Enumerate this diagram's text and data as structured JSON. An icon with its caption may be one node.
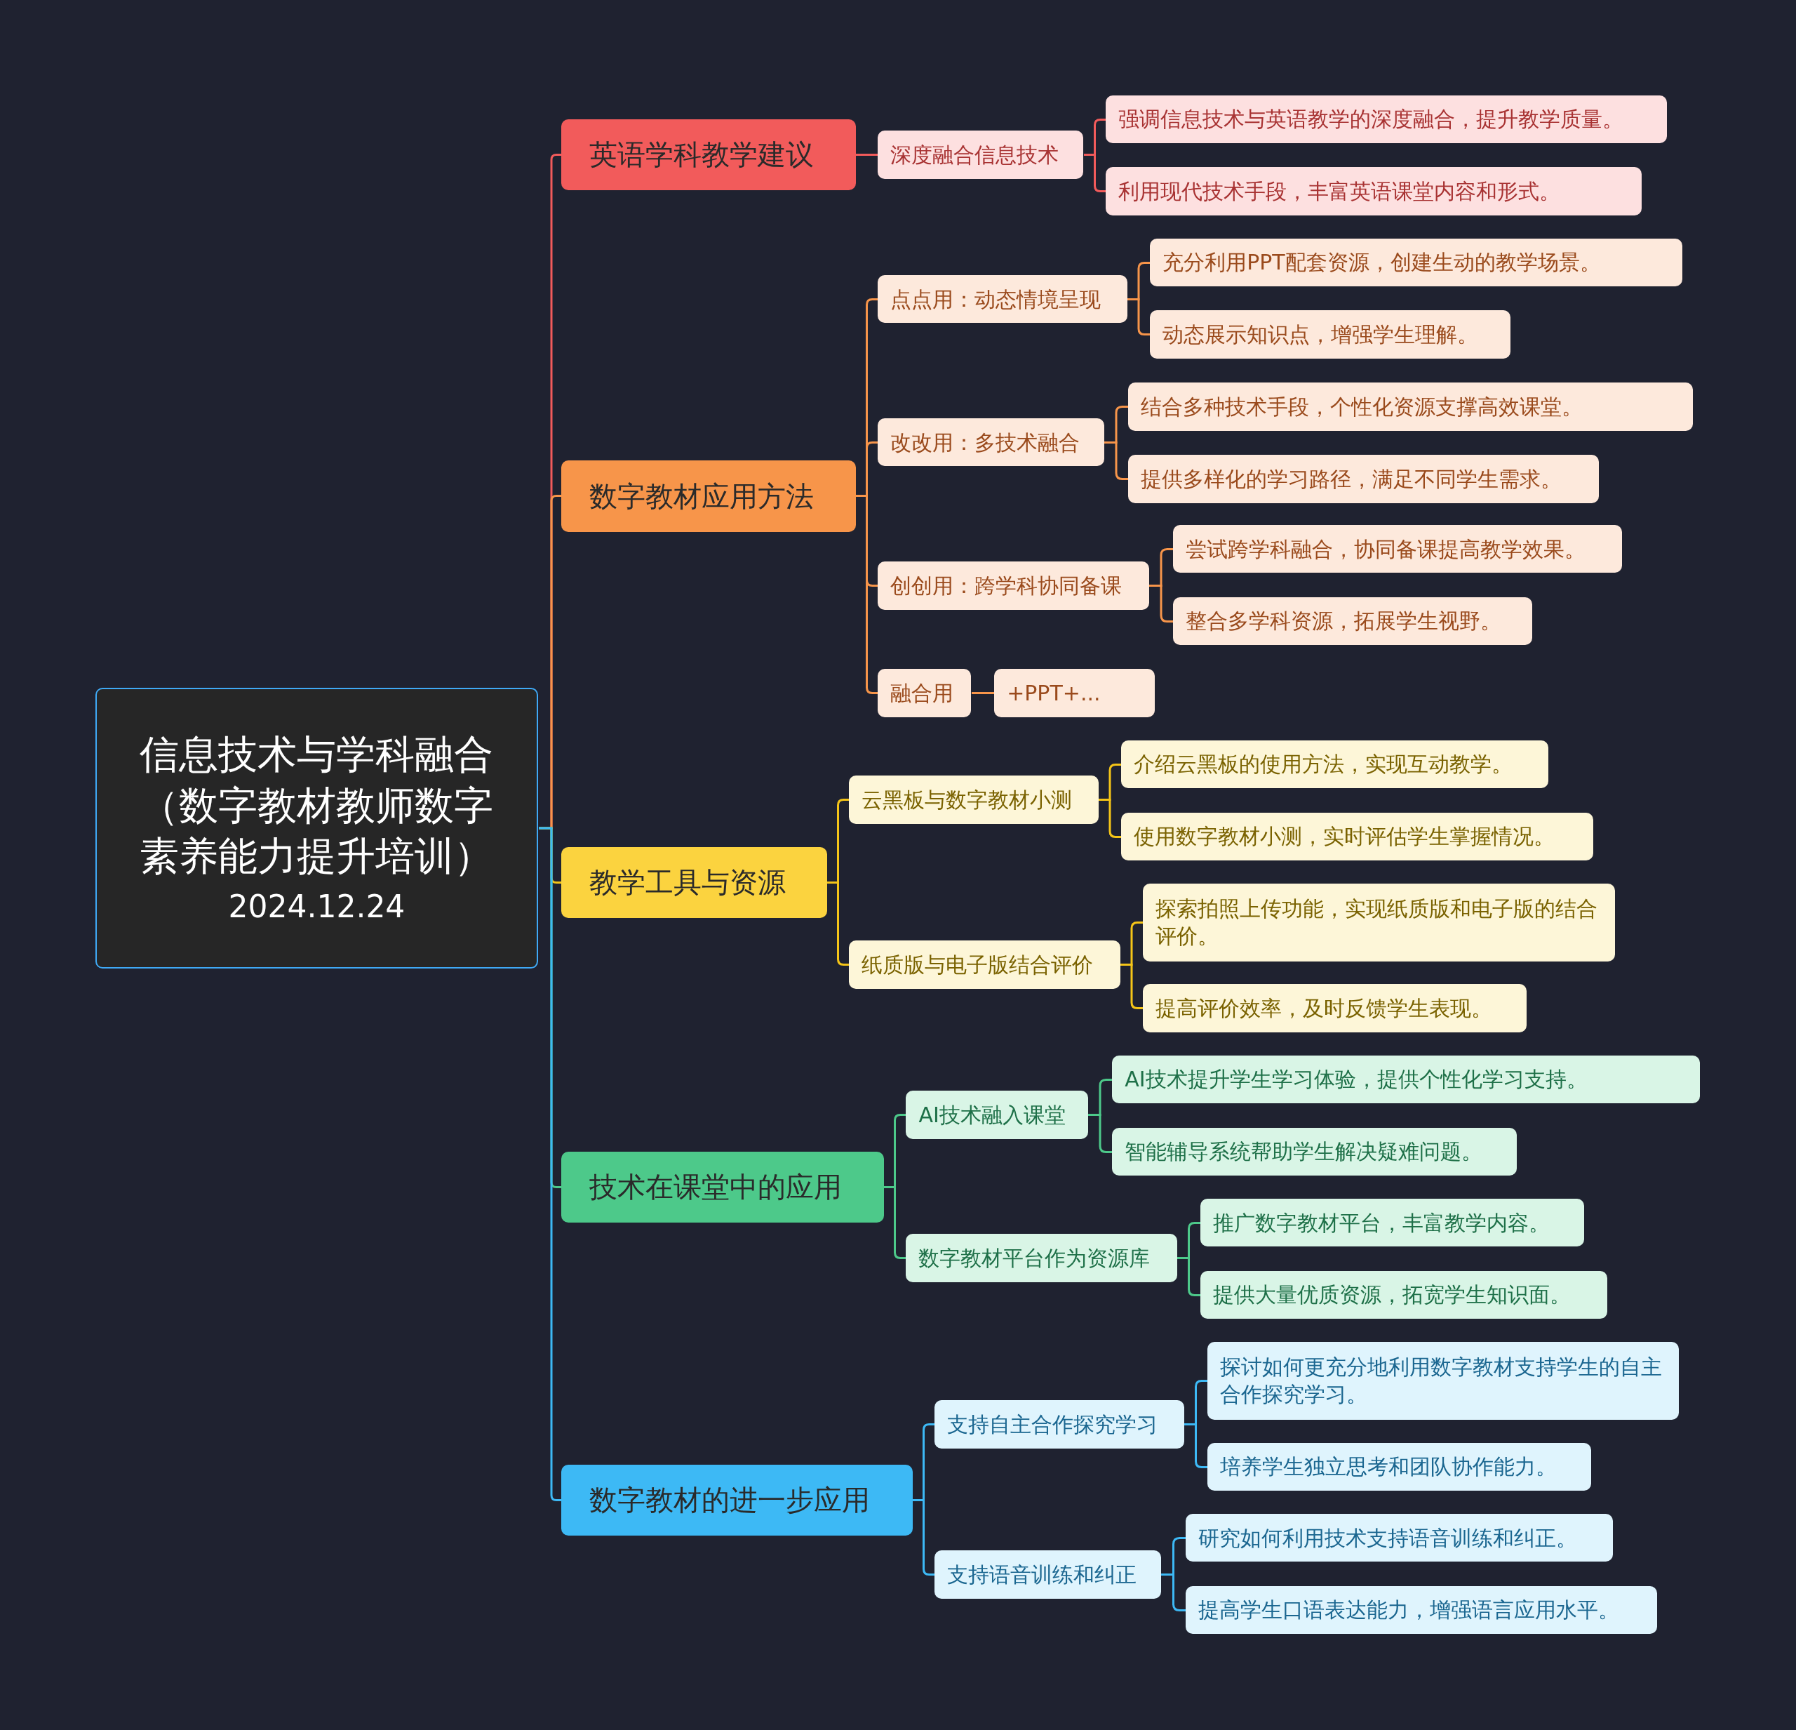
{
  "diagram": {
    "nodes": [
      {
        "text": [
          "信息技术与学科融合（数字教材教师数字素养能力提升培训）",
          "2024.12.24"
        ]
      },
      {
        "text": [
          "英语学科教学建议"
        ]
      },
      {
        "text": [
          "深度融合信息技术"
        ]
      },
      {
        "text": [
          "强调信息技术与英语教学的深度融合，提升教学质量。"
        ]
      },
      {
        "text": [
          "利用现代技术手段，丰富英语课堂内容和形式。"
        ]
      },
      {
        "text": [
          "数字教材应用方法"
        ]
      },
      {
        "text": [
          "点点用：动态情境呈现"
        ]
      },
      {
        "text": [
          "充分利用PPT配套资源，创建生动的教学场景。"
        ]
      },
      {
        "text": [
          "动态展示知识点，增强学生理解。"
        ]
      },
      {
        "text": [
          "改改用：多技术融合"
        ]
      },
      {
        "text": [
          "结合多种技术手段，个性化资源支撑高效课堂。"
        ]
      },
      {
        "text": [
          "提供多样化的学习路径，满足不同学生需求。"
        ]
      },
      {
        "text": [
          "创创用：跨学科协同备课"
        ]
      },
      {
        "text": [
          "尝试跨学科融合，协同备课提高教学效果。"
        ]
      },
      {
        "text": [
          "整合多学科资源，拓展学生视野。"
        ]
      },
      {
        "text": [
          "融合用"
        ]
      },
      {
        "text": [
          "+PPT+..."
        ]
      },
      {
        "text": [
          "教学工具与资源"
        ]
      },
      {
        "text": [
          "云黑板与数字教材小测"
        ]
      },
      {
        "text": [
          "介绍云黑板的使用方法，实现互动教学。"
        ]
      },
      {
        "text": [
          "使用数字教材小测，实时评估学生掌握情况。"
        ]
      },
      {
        "text": [
          "纸质版与电子版结合评价"
        ]
      },
      {
        "text": [
          "探索拍照上传功能，实现纸质版和电子版的结合评价。"
        ]
      },
      {
        "text": [
          "提高评价效率，及时反馈学生表现。"
        ]
      },
      {
        "text": [
          "技术在课堂中的应用"
        ]
      },
      {
        "text": [
          "AI技术融入课堂"
        ]
      },
      {
        "text": [
          "AI技术提升学生学习体验，提供个性化学习支持。"
        ]
      },
      {
        "text": [
          "智能辅导系统帮助学生解决疑难问题。"
        ]
      },
      {
        "text": [
          "数字教材平台作为资源库"
        ]
      },
      {
        "text": [
          "推广数字教材平台，丰富教学内容。"
        ]
      },
      {
        "text": [
          "提供大量优质资源，拓宽学生知识面。"
        ]
      },
      {
        "text": [
          "数字教材的进一步应用"
        ]
      },
      {
        "text": [
          "支持自主合作探究学习"
        ]
      },
      {
        "text": [
          "探讨如何更充分地利用数字教材支持学生的自主合作探究学习。"
        ]
      },
      {
        "text": [
          "培养学生独立思考和团队协作能力。"
        ]
      },
      {
        "text": [
          "支持语音训练和纠正"
        ]
      },
      {
        "text": [
          "研究如何利用技术支持语音训练和纠正。"
        ]
      },
      {
        "text": [
          "提高学生口语表达能力，增强语言应用水平。"
        ]
      }
    ],
    "edges": [
      {
        "from": 0,
        "to": 1,
        "arrow": "none",
        "color": "#f25b5b"
      },
      {
        "from": 1,
        "to": 2,
        "arrow": "none",
        "color": "#f25b5b"
      },
      {
        "from": 2,
        "to": 3,
        "arrow": "none",
        "color": "#f25b5b"
      },
      {
        "from": 2,
        "to": 4,
        "arrow": "none",
        "color": "#f25b5b"
      },
      {
        "from": 0,
        "to": 5,
        "arrow": "none",
        "color": "#f7954a"
      },
      {
        "from": 5,
        "to": 6,
        "arrow": "none",
        "color": "#f7954a"
      },
      {
        "from": 6,
        "to": 7,
        "arrow": "none",
        "color": "#f7954a"
      },
      {
        "from": 6,
        "to": 8,
        "arrow": "none",
        "color": "#f7954a"
      },
      {
        "from": 5,
        "to": 9,
        "arrow": "none",
        "color": "#f7954a"
      },
      {
        "from": 9,
        "to": 10,
        "arrow": "none",
        "color": "#f7954a"
      },
      {
        "from": 9,
        "to": 11,
        "arrow": "none",
        "color": "#f7954a"
      },
      {
        "from": 5,
        "to": 12,
        "arrow": "none",
        "color": "#f7954a"
      },
      {
        "from": 12,
        "to": 13,
        "arrow": "none",
        "color": "#f7954a"
      },
      {
        "from": 12,
        "to": 14,
        "arrow": "none",
        "color": "#f7954a"
      },
      {
        "from": 5,
        "to": 15,
        "arrow": "none",
        "color": "#f7954a"
      },
      {
        "from": 15,
        "to": 16,
        "arrow": "none",
        "color": "#f7954a"
      },
      {
        "from": 0,
        "to": 17,
        "arrow": "none",
        "color": "#f5c518"
      },
      {
        "from": 17,
        "to": 18,
        "arrow": "none",
        "color": "#f5c518"
      },
      {
        "from": 18,
        "to": 19,
        "arrow": "none",
        "color": "#f5c518"
      },
      {
        "from": 18,
        "to": 20,
        "arrow": "none",
        "color": "#f5c518"
      },
      {
        "from": 17,
        "to": 21,
        "arrow": "none",
        "color": "#f5c518"
      },
      {
        "from": 21,
        "to": 22,
        "arrow": "none",
        "color": "#f5c518"
      },
      {
        "from": 21,
        "to": 23,
        "arrow": "none",
        "color": "#f5c518"
      },
      {
        "from": 0,
        "to": 24,
        "arrow": "none",
        "color": "#4dc98a"
      },
      {
        "from": 24,
        "to": 25,
        "arrow": "none",
        "color": "#4dc98a"
      },
      {
        "from": 25,
        "to": 26,
        "arrow": "none",
        "color": "#4dc98a"
      },
      {
        "from": 25,
        "to": 27,
        "arrow": "none",
        "color": "#4dc98a"
      },
      {
        "from": 24,
        "to": 28,
        "arrow": "none",
        "color": "#4dc98a"
      },
      {
        "from": 28,
        "to": 29,
        "arrow": "none",
        "color": "#4dc98a"
      },
      {
        "from": 28,
        "to": 30,
        "arrow": "none",
        "color": "#4dc98a"
      },
      {
        "from": 0,
        "to": 31,
        "arrow": "none",
        "color": "#3db9f5"
      },
      {
        "from": 31,
        "to": 32,
        "arrow": "none",
        "color": "#3db9f5"
      },
      {
        "from": 32,
        "to": 33,
        "arrow": "none",
        "color": "#3db9f5"
      },
      {
        "from": 32,
        "to": 34,
        "arrow": "none",
        "color": "#3db9f5"
      },
      {
        "from": 31,
        "to": 35,
        "arrow": "none",
        "color": "#3db9f5"
      },
      {
        "from": 35,
        "to": 36,
        "arrow": "none",
        "color": "#3db9f5"
      },
      {
        "from": 35,
        "to": 37,
        "arrow": "none",
        "color": "#3db9f5"
      }
    ]
  }
}
